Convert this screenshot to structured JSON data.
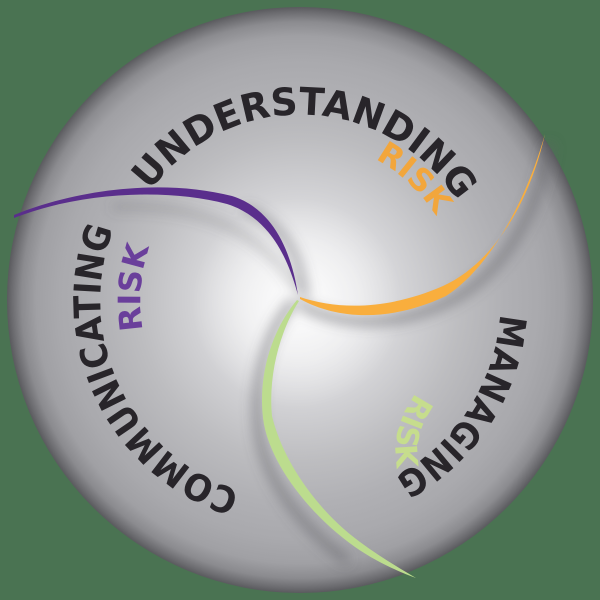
{
  "diagram": {
    "name": "risk-swirl-diagram",
    "background_color": "#4a7352",
    "label_color": "#28252a",
    "sphere": {
      "center_highlight_color": "#f4f4f5",
      "base_color": "#a9a9ad",
      "rim_color": "#5a5a5e"
    },
    "segments": [
      {
        "label": "UNDERSTANDING",
        "risk_label": "RISK",
        "risk_color": "#f2a63c"
      },
      {
        "label": "MANAGING",
        "risk_label": "RISK",
        "risk_color": "#c6dd8d"
      },
      {
        "label": "COMMUNICATING",
        "risk_label": "RISK",
        "risk_color": "#6a3f9b"
      }
    ],
    "swirls": [
      {
        "name": "orange-swirl",
        "color": "#f9ae3d"
      },
      {
        "name": "green-swirl",
        "color": "#bcdc8e"
      },
      {
        "name": "purple-swirl",
        "color": "#5a2e8c"
      }
    ]
  }
}
